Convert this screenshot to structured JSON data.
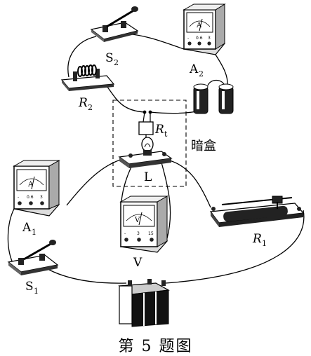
{
  "caption": "第 5 题图",
  "labels": {
    "s2": "S",
    "s2_sub": "2",
    "a2": "A",
    "a2_sub": "2",
    "r2": "R",
    "r2_sub": "2",
    "rt": "R",
    "rt_sub": "t",
    "dark_box": "暗盒",
    "lamp": "L",
    "a1": "A",
    "a1_sub": "1",
    "voltmeter": "V",
    "r1": "R",
    "r1_sub": "1",
    "s1": "S",
    "s1_sub": "1"
  },
  "meters": {
    "a2": {
      "face": "A",
      "ticks": [
        "-",
        "0.6",
        "3"
      ]
    },
    "a1": {
      "face": "A",
      "ticks": [
        "-",
        "0.6",
        "3"
      ]
    },
    "v": {
      "face": "V",
      "ticks": [
        "-",
        "3",
        "15"
      ]
    }
  }
}
